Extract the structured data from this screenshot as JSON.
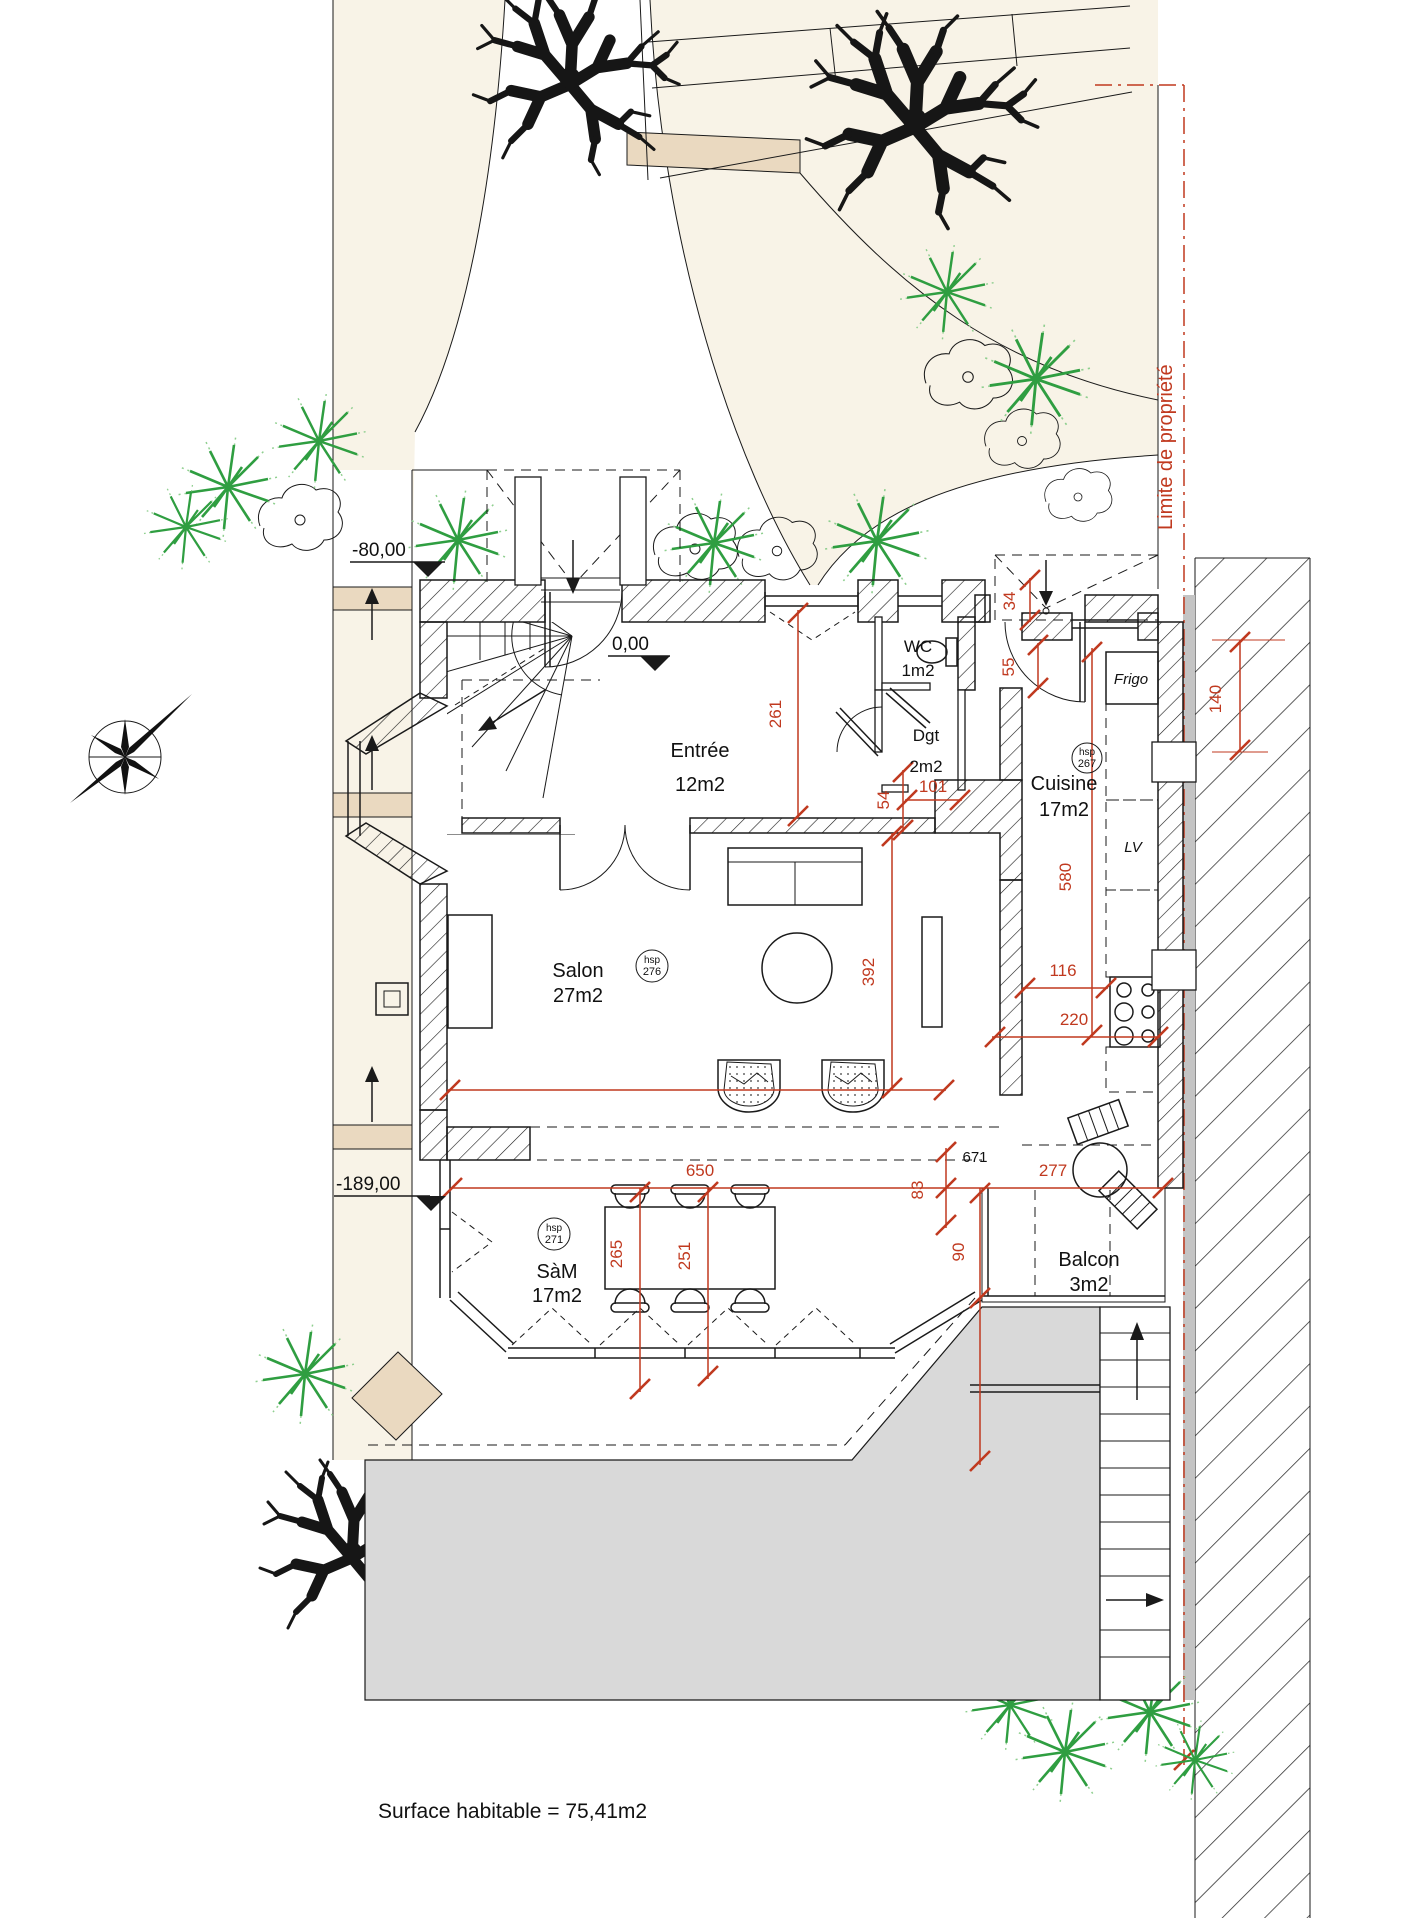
{
  "colors": {
    "dim_red": "#c0391f",
    "plant_green": "#2f9e41",
    "cream": "#f8f3e7",
    "beige": "#ead9c0",
    "terrace_gray": "#d9d9d9",
    "wall_gray": "#c4c4c4",
    "line_black": "#1a1a1a"
  },
  "rooms": [
    {
      "name": "Entrée",
      "area": "12m2"
    },
    {
      "name": "WC",
      "area": "1m2"
    },
    {
      "name": "Dgt",
      "area": "2m2"
    },
    {
      "name": "Cuisine",
      "area": "17m2"
    },
    {
      "name": "Salon",
      "area": "27m2"
    },
    {
      "name": "SàM",
      "area": "17m2"
    },
    {
      "name": "Balcon",
      "area": "3m2"
    }
  ],
  "levels": [
    {
      "label": "-80,00"
    },
    {
      "label": "0,00"
    },
    {
      "label": "-189,00"
    }
  ],
  "ceiling_heights": [
    {
      "label": "hsp",
      "value": "276"
    },
    {
      "label": "hsp",
      "value": "271"
    },
    {
      "label": "hsp",
      "value": "267"
    }
  ],
  "dims": [
    {
      "value": "34"
    },
    {
      "value": "55"
    },
    {
      "value": "54"
    },
    {
      "value": "101"
    },
    {
      "value": "261"
    },
    {
      "value": "392"
    },
    {
      "value": "580"
    },
    {
      "value": "116"
    },
    {
      "value": "220"
    },
    {
      "value": "650"
    },
    {
      "value": "277"
    },
    {
      "value": "83"
    },
    {
      "value": "90"
    },
    {
      "value": "265"
    },
    {
      "value": "251"
    },
    {
      "value": "140"
    }
  ],
  "dims_black": [
    {
      "value": "671"
    }
  ],
  "labels": {
    "frigo": "Frigo",
    "lv": "LV",
    "limite": "Limite de propriété",
    "surface": "Surface habitable = 75,41m2"
  }
}
